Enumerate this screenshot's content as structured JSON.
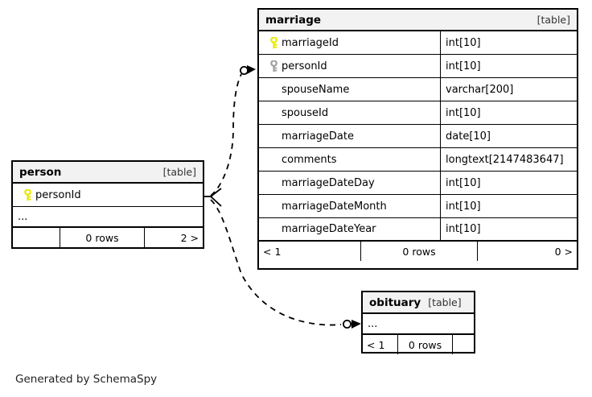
{
  "diagram": {
    "tool_credit": "Generated by SchemaSpy",
    "table_tag": "[table]",
    "ellipsis": "...",
    "colors": {
      "primary_key": "#e8e800",
      "foreign_key": "#a0a0a0",
      "border": "#000000",
      "header_background": "#f2f2f2",
      "page_background": "#ffffff"
    }
  },
  "tables": {
    "marriage": {
      "title": "marriage",
      "tag": "[table]",
      "columns": [
        {
          "key": "primary",
          "name": "marriageId",
          "type": "int[10]"
        },
        {
          "key": "foreign",
          "name": "personId",
          "type": "int[10]"
        },
        {
          "key": "none",
          "name": "spouseName",
          "type": "varchar[200]"
        },
        {
          "key": "none",
          "name": "spouseId",
          "type": "int[10]"
        },
        {
          "key": "none",
          "name": "marriageDate",
          "type": "date[10]"
        },
        {
          "key": "none",
          "name": "comments",
          "type": "longtext[2147483647]"
        },
        {
          "key": "none",
          "name": "marriageDateDay",
          "type": "int[10]"
        },
        {
          "key": "none",
          "name": "marriageDateMonth",
          "type": "int[10]"
        },
        {
          "key": "none",
          "name": "marriageDateYear",
          "type": "int[10]"
        }
      ],
      "footer": {
        "left": "< 1",
        "middle": "0 rows",
        "right": "0 >"
      }
    },
    "person": {
      "title": "person",
      "tag": "[table]",
      "columns": [
        {
          "key": "primary",
          "name": "personId",
          "type": ""
        }
      ],
      "more_columns": "...",
      "footer": {
        "left": "",
        "middle": "0 rows",
        "right": "2 >"
      }
    },
    "obituary": {
      "title": "obituary",
      "tag": "[table]",
      "more_columns": "...",
      "footer": {
        "left": "< 1",
        "middle": "0 rows",
        "right": ""
      }
    }
  },
  "relationships": [
    {
      "from": "person.personId",
      "to": "marriage.personId",
      "style": "dashed",
      "cardinality": "zero-or-many"
    },
    {
      "from": "person.personId",
      "to": "obituary",
      "style": "dashed",
      "cardinality": "zero-or-many"
    }
  ]
}
